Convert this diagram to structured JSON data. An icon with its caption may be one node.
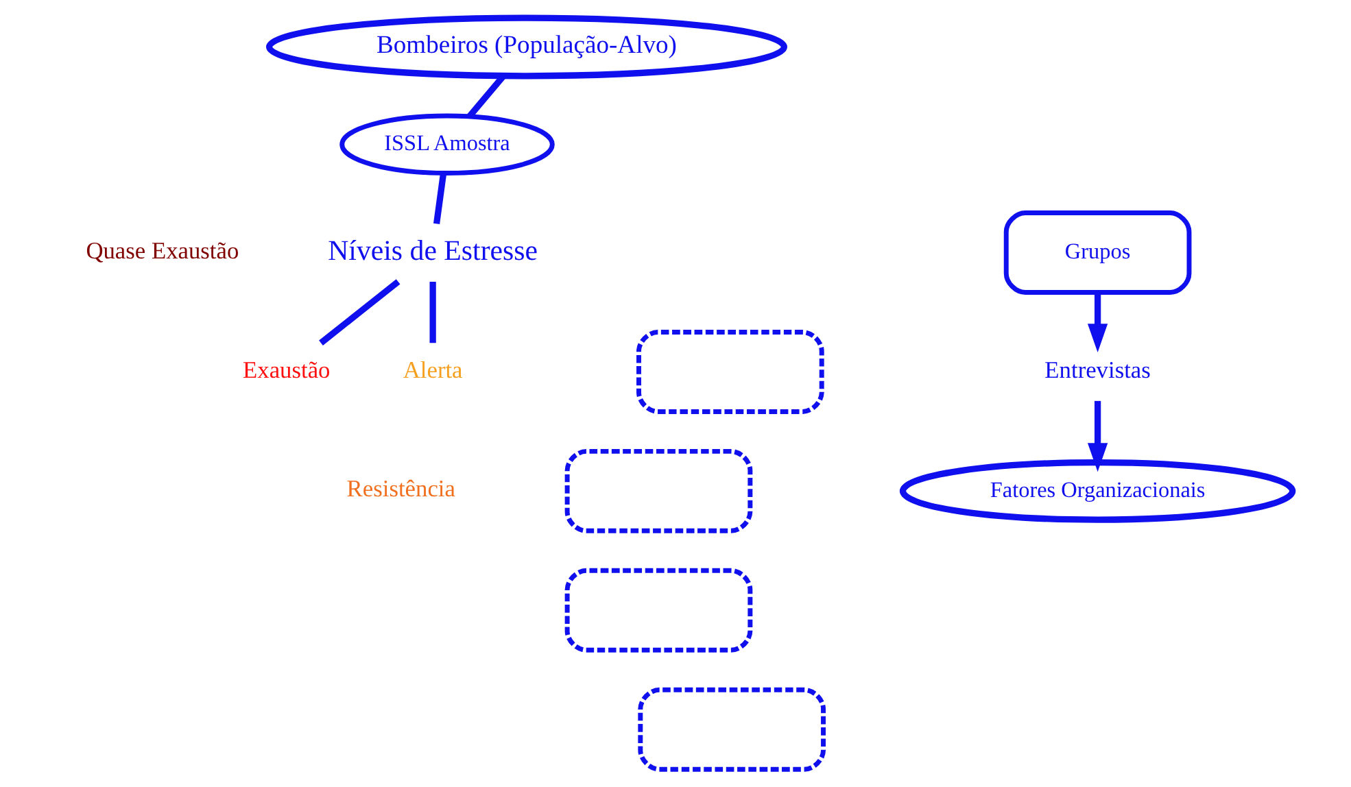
{
  "diagram": {
    "nodes": [
      {
        "text": [
          "Bombeiros (População-Alvo)"
        ]
      },
      {
        "text": [
          "ISSL Amostra"
        ]
      },
      {
        "text": [
          "Níveis de Estresse"
        ]
      },
      {
        "text": [
          "Alerta"
        ]
      },
      {
        "text": [
          "Resistência"
        ]
      },
      {
        "text": [
          "Quase Exaustão"
        ]
      },
      {
        "text": [
          "Exaustão"
        ]
      },
      {
        "text": [],
        "shape": "box"
      },
      {
        "text": [],
        "shape": "box"
      },
      {
        "text": [],
        "shape": "box"
      },
      {
        "text": [],
        "shape": "box"
      },
      {
        "text": [
          "Grupos"
        ]
      },
      {
        "text": [
          "Entrevistas"
        ]
      },
      {
        "text": [
          "Fatores Organizacionais"
        ]
      }
    ],
    "edges": [
      {
        "from": 0,
        "to": 1,
        "arrow": "none"
      },
      {
        "from": 1,
        "to": 2,
        "arrow": "none"
      },
      {
        "from": 2,
        "to": 3,
        "arrow": "none"
      },
      {
        "from": 2,
        "to": 6,
        "arrow": "none"
      },
      {
        "from": 11,
        "to": 12,
        "arrow": "to"
      },
      {
        "from": 12,
        "to": 13,
        "arrow": "to"
      }
    ]
  }
}
